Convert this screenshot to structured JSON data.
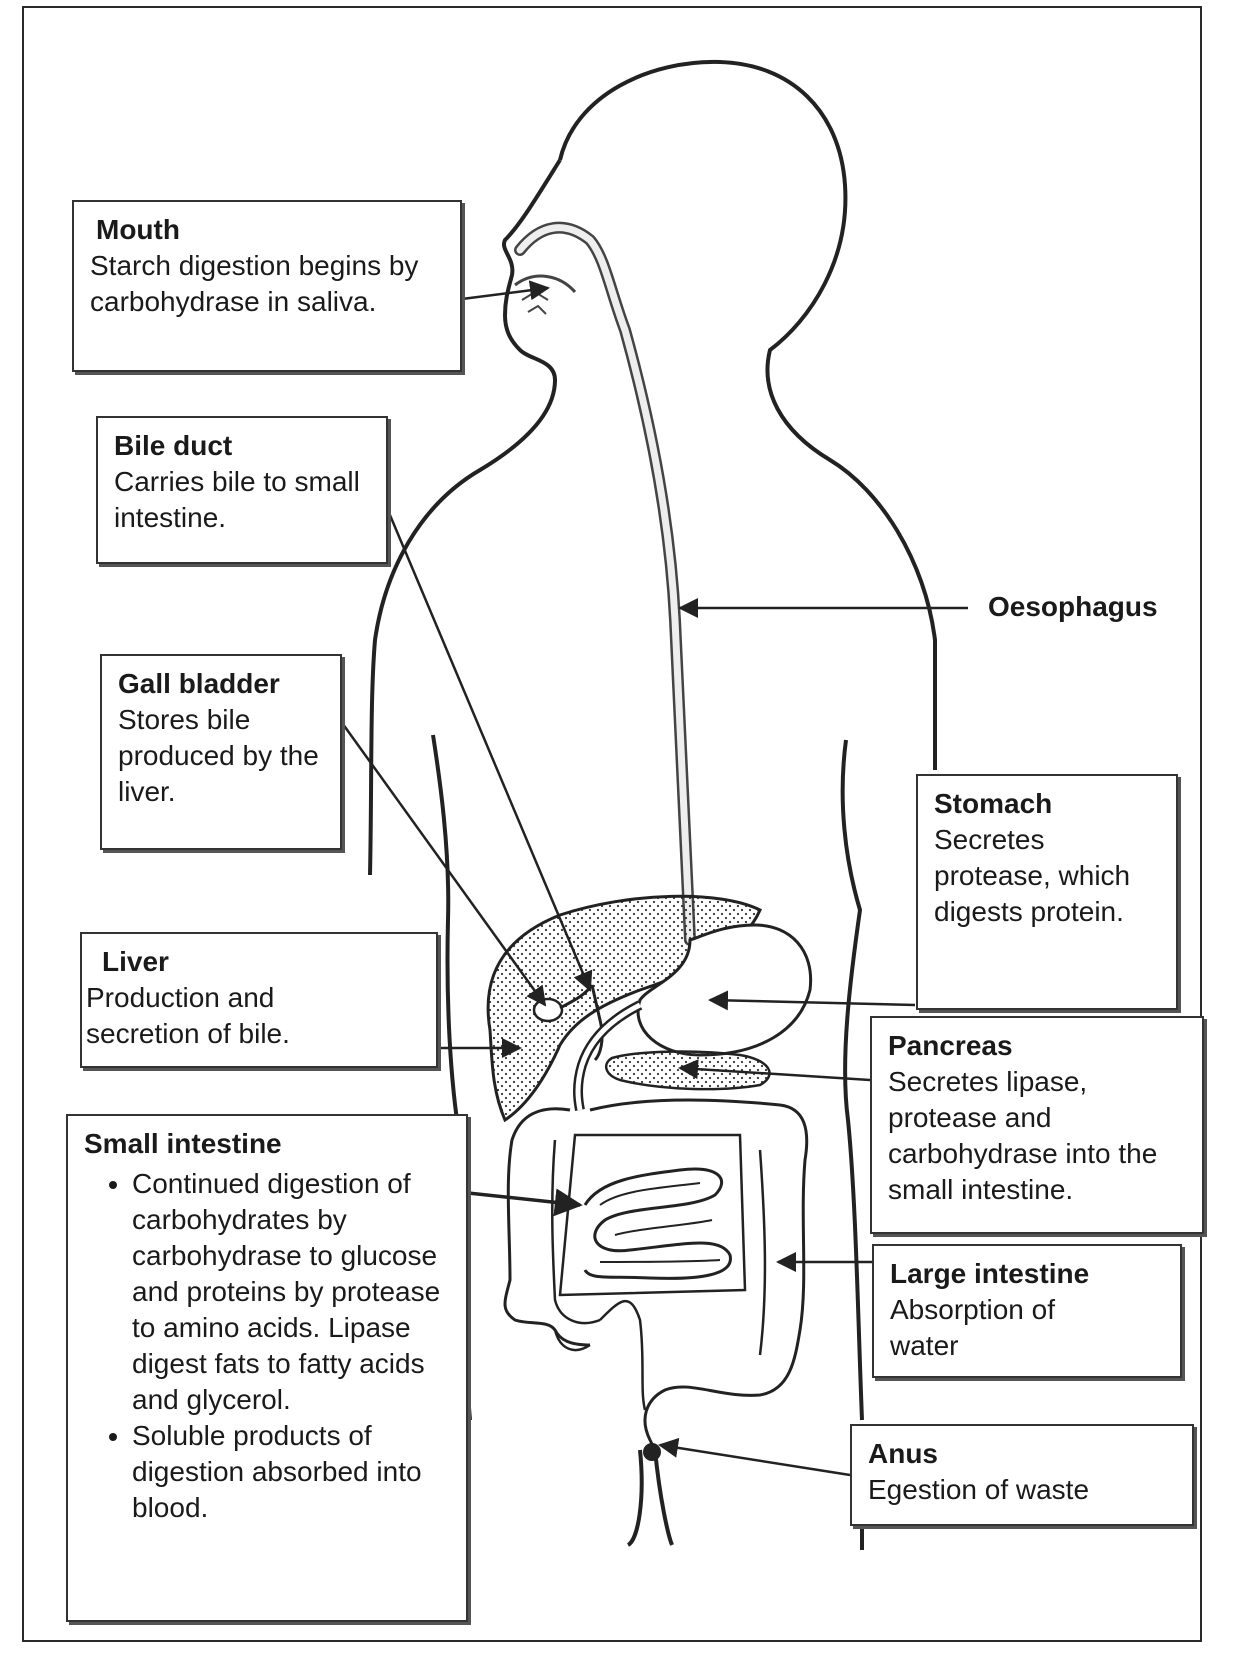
{
  "labels": {
    "mouth": {
      "title": "Mouth",
      "body": "Starch digestion begins by carbohydrase in saliva."
    },
    "bile_duct": {
      "title": "Bile duct",
      "body": "Carries bile to small intestine."
    },
    "gall_bladder": {
      "title": "Gall bladder",
      "body": "Stores bile produced by the liver."
    },
    "liver": {
      "title": "Liver",
      "body": "Production and secretion of bile."
    },
    "small_intestine": {
      "title": "Small intestine",
      "bullets": [
        "Continued digestion of carbohydrates by carbohydrase to glucose and proteins by protease to amino acids. Lipase digest fats to fatty acids and glycerol.",
        "Soluble products of digestion absorbed into blood."
      ]
    },
    "oesophagus": {
      "title": "Oesophagus"
    },
    "stomach": {
      "title": "Stomach",
      "body": "Secretes protease, which digests protein."
    },
    "pancreas": {
      "title": "Pancreas",
      "body": "Secretes lipase, protease and carbohydrase into the small intestine."
    },
    "large_intestine": {
      "title": "Large intestine",
      "body": "Absorption of water"
    },
    "anus": {
      "title": "Anus",
      "body": "Egestion of waste"
    }
  }
}
